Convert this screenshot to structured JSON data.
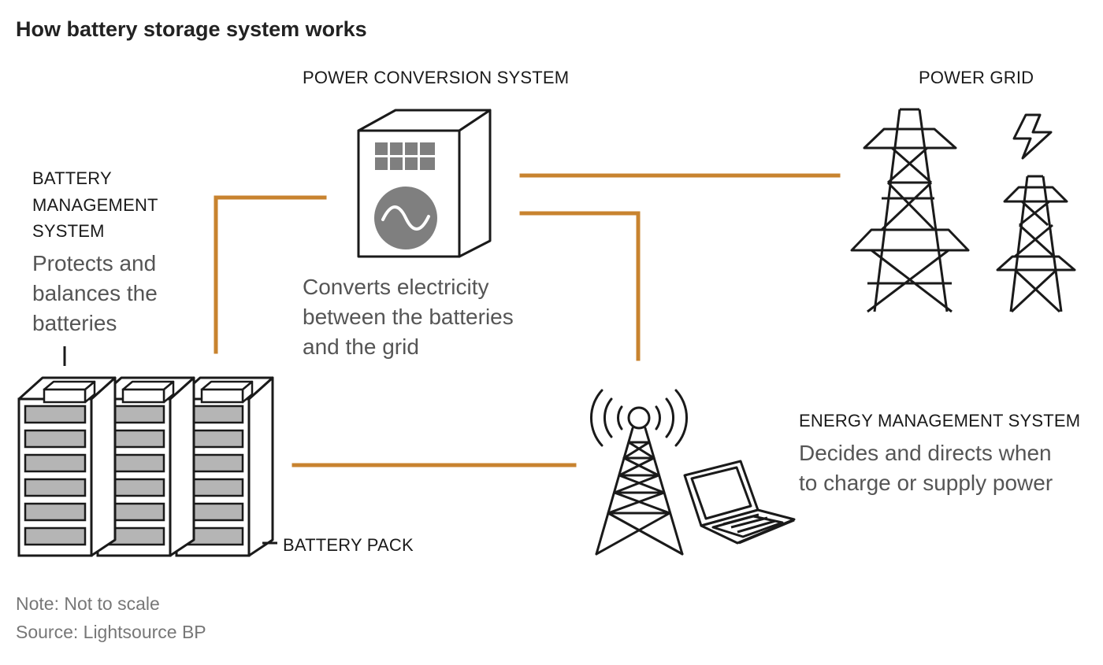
{
  "title": "How battery storage system works",
  "components": {
    "power_conversion": {
      "label": "POWER CONVERSION SYSTEM",
      "description": [
        "Converts electricity",
        "between the batteries",
        "and the grid"
      ]
    },
    "power_grid": {
      "label": "POWER GRID"
    },
    "battery_management": {
      "label": [
        "BATTERY",
        "MANAGEMENT",
        "SYSTEM"
      ],
      "description": [
        "Protects and",
        "balances the",
        "batteries"
      ]
    },
    "energy_management": {
      "label": "ENERGY MANAGEMENT SYSTEM",
      "description": [
        "Decides and directs when",
        "to charge or supply power"
      ]
    },
    "battery_pack": {
      "label": "BATTERY PACK"
    }
  },
  "footer": {
    "note": "Note: Not to scale",
    "source": "Source: Lightsource BP"
  },
  "colors": {
    "connector": "#c8832f",
    "line_art": "#1a1a1a",
    "inverter_fill": "#7f7f7f",
    "battery_cell": "#b5b5b5",
    "description_text": "#555555",
    "footer_text": "#777777"
  }
}
